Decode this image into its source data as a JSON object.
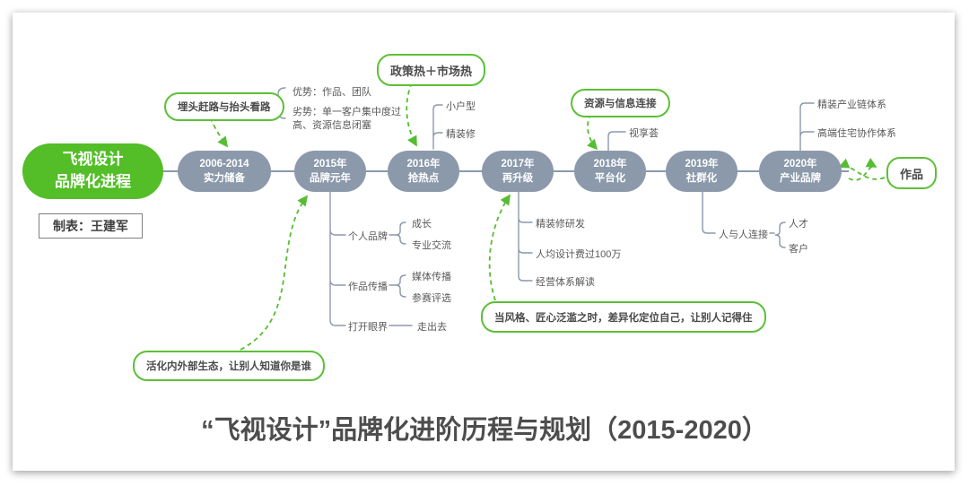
{
  "root": {
    "line1": "飞视设计",
    "line2": "品牌化进程"
  },
  "author": "制表：王建军",
  "nodes": [
    {
      "line1": "2006-2014",
      "line2": "实力储备"
    },
    {
      "line1": "2015年",
      "line2": "品牌元年"
    },
    {
      "line1": "2016年",
      "line2": "抢热点"
    },
    {
      "line1": "2017年",
      "line2": "再升级"
    },
    {
      "line1": "2018年",
      "line2": "平台化"
    },
    {
      "line1": "2019年",
      "line2": "社群化"
    },
    {
      "line1": "2020年",
      "line2": "产业品牌"
    }
  ],
  "callouts": {
    "head_down": "埋头赶路与抬头看路",
    "policy": "政策热＋市场热",
    "resource": "资源与信息连接",
    "activate": "活化内外部生态，让别人知道你是谁",
    "style": "当风格、匠心泛滥之时，差异化定位自己，让别人记得住",
    "works": "作品"
  },
  "branches": {
    "strength": "优势：作品、团队",
    "weakness": "劣势：单一客户集中度过高、资源信息闭塞",
    "y2016": [
      "小户型",
      "精装修"
    ],
    "y2018": [
      "视享荟"
    ],
    "y2020": [
      "精装产业链体系",
      "高端住宅协作体系"
    ],
    "y2015": [
      {
        "label": "个人品牌",
        "children": [
          "成长",
          "专业交流"
        ]
      },
      {
        "label": "作品传播",
        "children": [
          "媒体传播",
          "参赛评选"
        ]
      },
      {
        "label": "打开眼界",
        "children": [
          "走出去"
        ]
      }
    ],
    "y2017": [
      "精装修研发",
      "人均设计费过100万",
      "经营体系解读"
    ],
    "y2019": [
      {
        "label": "人与人连接",
        "children": [
          "人才",
          "客户"
        ]
      }
    ]
  },
  "footer": {
    "title": "“飞视设计”品牌化进阶历程与规划（2015-2020）"
  },
  "colors": {
    "accent_green": "#53be28",
    "callout_border_green": "#5bc035",
    "node_gray": "#8b99ab",
    "branch_text_gray": "#595959",
    "title_gray": "#4d4d4d"
  }
}
